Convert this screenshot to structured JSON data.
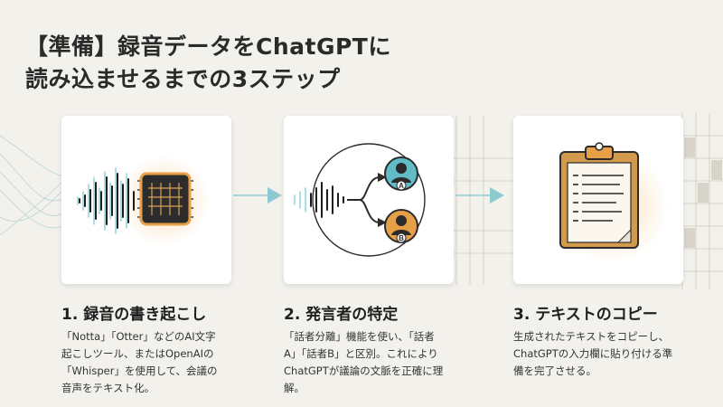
{
  "title": {
    "line1": "【準備】録音データをChatGPTに",
    "line2": "読み込ませるまでの3ステップ"
  },
  "colors": {
    "background": "#f3f1ec",
    "accent_teal": "#7ec4cf",
    "accent_orange": "#e8a048",
    "dark": "#2b2b2b"
  },
  "steps": [
    {
      "title": "1. 録音の書き起こし",
      "desc_lines": [
        "「Notta」「Otter」などのAI文字",
        "起こしツール、またはOpenAIの",
        "「Whisper」を使用して、会議の",
        "音声をテキスト化。"
      ],
      "icon": "waveform-chip-icon"
    },
    {
      "title": "2. 発言者の特定",
      "desc_lines": [
        "「話者分離」機能を使い、「話者",
        "A」「話者B」と区別。これにより",
        "ChatGPTが議論の文脈を正確に理",
        "解。"
      ],
      "icon": "speaker-split-icon",
      "speaker_a": "A",
      "speaker_b": "B"
    },
    {
      "title": "3. テキストのコピー",
      "desc_lines": [
        "生成されたテキストをコピーし、",
        "ChatGPTの入力欄に貼り付ける準",
        "備を完了させる。"
      ],
      "icon": "clipboard-icon"
    }
  ]
}
